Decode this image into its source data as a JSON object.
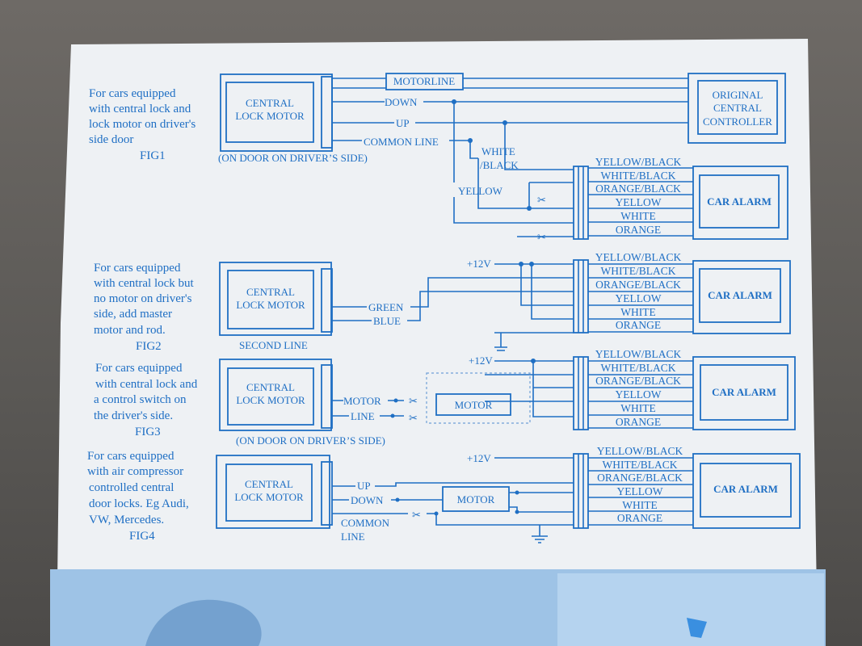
{
  "fig1": {
    "description": [
      "For cars equipped",
      "with central lock and",
      "lock motor on driver's",
      "side door"
    ],
    "fig_label": "FIG1",
    "motor_box": [
      "CENTRAL",
      "LOCK MOTOR"
    ],
    "motor_caption": "(ON DOOR ON DRIVER’S  SIDE)",
    "motor_wires": [
      "MOTORLINE",
      "DOWN",
      "UP",
      "COMMON LINE"
    ],
    "controller_box": [
      "ORIGINAL",
      "CENTRAL",
      "CONTROLLER"
    ],
    "mid_labels": [
      "WHITE",
      "/BLACK",
      "YELLOW"
    ],
    "alarm_label": "CAR ALARM",
    "alarm_wires": [
      "YELLOW/BLACK",
      "WHITE/BLACK",
      "ORANGE/BLACK",
      "YELLOW",
      "WHITE",
      "ORANGE"
    ]
  },
  "fig2": {
    "description": [
      "For cars equipped",
      "with central lock but",
      "no motor on driver's",
      "side, add master",
      "motor and rod."
    ],
    "fig_label": "FIG2",
    "motor_box": [
      "CENTRAL",
      "LOCK MOTOR"
    ],
    "motor_caption": "SECOND LINE",
    "motor_wires": [
      "GREEN",
      "BLUE"
    ],
    "supply": "+12V",
    "alarm_label": "CAR ALARM",
    "alarm_wires": [
      "YELLOW/BLACK",
      "WHITE/BLACK",
      "ORANGE/BLACK",
      "YELLOW",
      "WHITE",
      "ORANGE"
    ]
  },
  "fig3": {
    "description": [
      "For cars equipped",
      "with central lock and",
      "a control switch on",
      "the driver's side."
    ],
    "fig_label": "FIG3",
    "motor_box": [
      "CENTRAL",
      "LOCK MOTOR"
    ],
    "motor_caption": "(ON DOOR ON DRIVER’S SIDE)",
    "motor_wires": [
      "MOTOR",
      "LINE"
    ],
    "supply": "+12V",
    "inner_motor": "MOTOR",
    "alarm_label": "CAR ALARM",
    "alarm_wires": [
      "YELLOW/BLACK",
      "WHITE/BLACK",
      "ORANGE/BLACK",
      "YELLOW",
      "WHITE",
      "ORANGE"
    ]
  },
  "fig4": {
    "description": [
      "For cars equipped",
      "with air compressor",
      "controlled central",
      "door locks. Eg Audi,",
      "VW, Mercedes."
    ],
    "fig_label": "FIG4",
    "motor_box": [
      "CENTRAL",
      "LOCK MOTOR"
    ],
    "motor_wires": [
      "UP",
      "DOWN",
      "COMMON",
      "LINE"
    ],
    "supply": "+12V",
    "inner_motor": "MOTOR",
    "alarm_label": "CAR ALARM",
    "alarm_wires": [
      "YELLOW/BLACK",
      "WHITE/BLACK",
      "ORANGE/BLACK",
      "YELLOW",
      "WHITE",
      "ORANGE"
    ]
  },
  "colors": {
    "ink": "#1f6fc4",
    "paper": "#eef1f4",
    "footer": "#9ec3e6"
  }
}
